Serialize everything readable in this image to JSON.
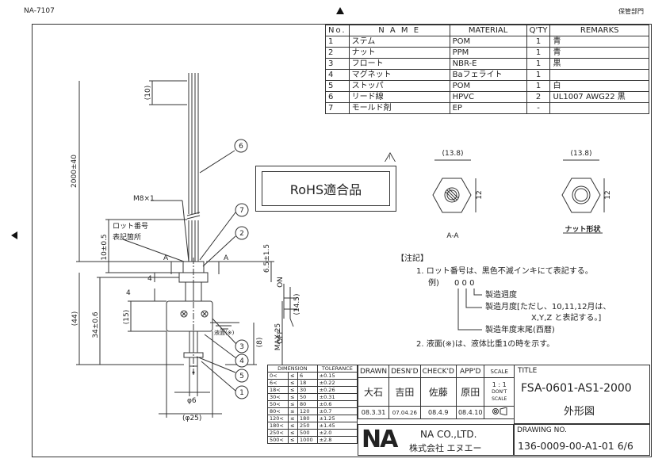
{
  "header": {
    "doc_no": "NA-7107",
    "storage_label": "保管部門"
  },
  "parts_table": {
    "headers": [
      "No.",
      "N A M E",
      "MATERIAL",
      "Q'TY",
      "REMARKS"
    ],
    "rows": [
      {
        "no": "1",
        "name": "ステム",
        "material": "POM",
        "qty": "1",
        "remarks": "青"
      },
      {
        "no": "2",
        "name": "ナット",
        "material": "PPM",
        "qty": "1",
        "remarks": "青"
      },
      {
        "no": "3",
        "name": "フロート",
        "material": "NBR-E",
        "qty": "1",
        "remarks": "黒"
      },
      {
        "no": "4",
        "name": "マグネット",
        "material": "Baフェライト",
        "qty": "1",
        "remarks": ""
      },
      {
        "no": "5",
        "name": "ストッパ",
        "material": "POM",
        "qty": "1",
        "remarks": "白"
      },
      {
        "no": "6",
        "name": "リード線",
        "material": "HPVC",
        "qty": "2",
        "remarks": "UL1007 AWG22 黒"
      },
      {
        "no": "7",
        "name": "モールド剤",
        "material": "EP",
        "qty": "-",
        "remarks": ""
      }
    ]
  },
  "rohs": {
    "label": "RoHS適合品",
    "warn": "!"
  },
  "drawing": {
    "dims": {
      "d10": "(10)",
      "d2000": "2000±40",
      "m8": "M8×1",
      "lot1": "ロット番号",
      "lot2": "表記箇所",
      "d10_05": "10±0.5",
      "d65": "6.5±1.5",
      "d4": "4",
      "d4b": "4",
      "d15": "(15)",
      "d44": "(44)",
      "d34": "34±0.6",
      "d8": "(8)",
      "max25": "MAX 25",
      "d145": "(14.5)",
      "on": "ON",
      "off": "OFF",
      "liquid": "液面(※)",
      "phi6": "φ6",
      "phi25": "(φ25)",
      "a": "A",
      "a2": "A"
    },
    "callouts": [
      "1",
      "2",
      "3",
      "4",
      "5",
      "6",
      "7"
    ],
    "section_aa": {
      "width": "(13.8)",
      "height": "12",
      "label": "A-A"
    },
    "nut": {
      "width": "(13.8)",
      "height": "12",
      "label": "ナット形状"
    }
  },
  "notes": {
    "title": "【注記】",
    "n1": "1.  ロット番号は、黒色不滅インキにて表記する。",
    "example": "例)",
    "code": "0 0 0",
    "week": "製造週度",
    "month1": "製造月度[ただし、10,11,12月は、",
    "month2": "X,Y,Z と表記する。]",
    "year": "製造年度末尾(西暦)",
    "n2": "2.  液面(※)は、液体比重1の時を示す。"
  },
  "tolerance_table": {
    "headers": [
      "DIMENSION",
      "TOLERANCE"
    ],
    "rows": [
      [
        "0<",
        "≤",
        "6",
        "±0.15"
      ],
      [
        "6<",
        "≤",
        "18",
        "±0.22"
      ],
      [
        "18<",
        "≤",
        "30",
        "±0.26"
      ],
      [
        "30<",
        "≤",
        "50",
        "±0.31"
      ],
      [
        "50<",
        "≤",
        "80",
        "±0.6"
      ],
      [
        "80<",
        "≤",
        "120",
        "±0.7"
      ],
      [
        "120<",
        "≤",
        "180",
        "±1.25"
      ],
      [
        "180<",
        "≤",
        "250",
        "±1.45"
      ],
      [
        "250<",
        "≤",
        "500",
        "±2.0"
      ],
      [
        "500<",
        "≤",
        "1000",
        "±2.8"
      ]
    ]
  },
  "title_block": {
    "headers": [
      "DRAWN",
      "DESN'D",
      "CHECK'D",
      "APP'D",
      "SCALE"
    ],
    "signatures": [
      "大石",
      "吉田",
      "佐藤",
      "原田"
    ],
    "dates": [
      "08.3.31",
      "07.04.26",
      "08.4.9",
      "08.4.10"
    ],
    "scale": "1 : 1",
    "dont_scale": "DON'T SCALE",
    "title_label": "TITLE",
    "title": "FSA-0601-AS1-2000",
    "subtitle": "外形図",
    "company_en": "NA CO.,LTD.",
    "company_jp": "株式会社  エヌエー",
    "logo": "NA",
    "drawing_no_label": "DRAWING NO.",
    "drawing_no": "136-0009-00-A1-01 6/6"
  }
}
